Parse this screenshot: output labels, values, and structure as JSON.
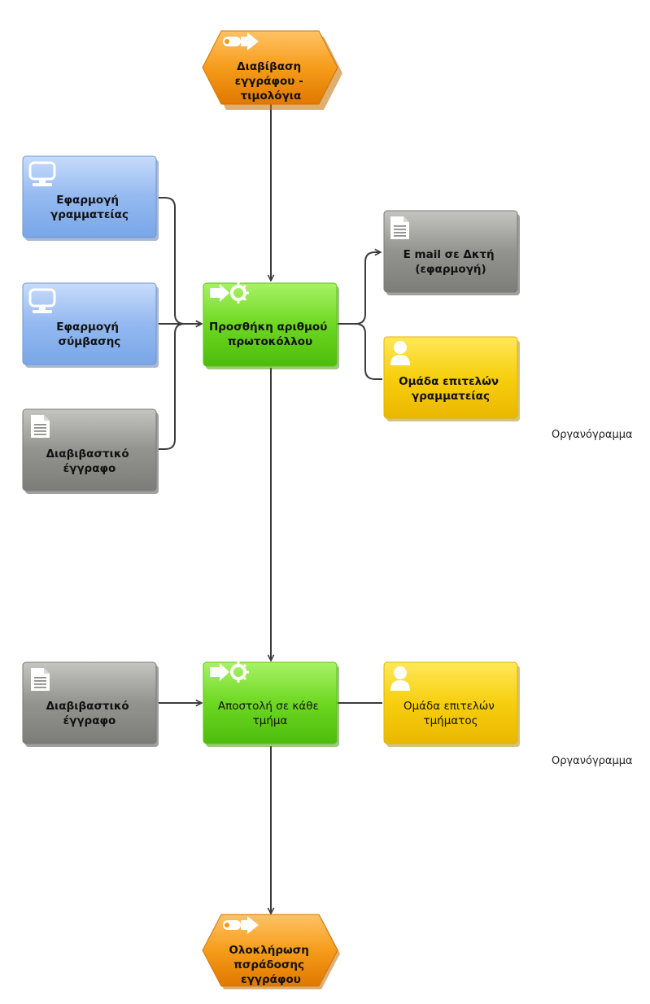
{
  "nodes": {
    "start_event": {
      "lines": [
        "Διαβίβαση",
        "εγγράφου -",
        "τιμολόγια"
      ]
    },
    "app_secretariat": {
      "lines": [
        "Εφαρμογή",
        "γραμματείας"
      ]
    },
    "app_contract": {
      "lines": [
        "Εφαρμογή",
        "σύμβασης"
      ]
    },
    "doc_transmittal_1": {
      "lines": [
        "Διαβιβαστικό",
        "έγγραφο"
      ]
    },
    "func_add_protocol": {
      "lines": [
        "Προσθήκη αριθμού",
        "πρωτοκόλλου"
      ]
    },
    "email_dkti": {
      "lines": [
        "E mail σε Δκτή",
        "(εφαρμογή)"
      ]
    },
    "group_secretariat": {
      "lines": [
        "Ομάδα επιτελών",
        "γραμματείας"
      ]
    },
    "doc_transmittal_2": {
      "lines": [
        "Διαβιβαστικό",
        "έγγραφο"
      ]
    },
    "func_send_dept": {
      "lines": [
        "Αποστολή σε κάθε",
        "τμήμα"
      ]
    },
    "group_dept": {
      "lines": [
        "Ομάδα επιτελών",
        "τμήματος"
      ]
    },
    "end_event": {
      "lines": [
        "Ολοκλήρωση",
        "πσράδοσης",
        "εγγράφου"
      ]
    }
  },
  "side_labels": {
    "org_chart_1": "Οργανόγραμμα",
    "org_chart_2": "Οργανόγραμμα"
  },
  "colors": {
    "event_orange": "#f49a12",
    "function_green": "#6edc1f",
    "system_blue": "#8ab4ef",
    "document_gray": "#8e8e8a",
    "org_yellow": "#f6cc0a",
    "connector": "#3c3c3c"
  },
  "icons": {
    "event": "arrow-right-icon",
    "function": "process-gear-icon",
    "system": "monitor-icon",
    "document": "document-icon",
    "org": "person-icon"
  }
}
